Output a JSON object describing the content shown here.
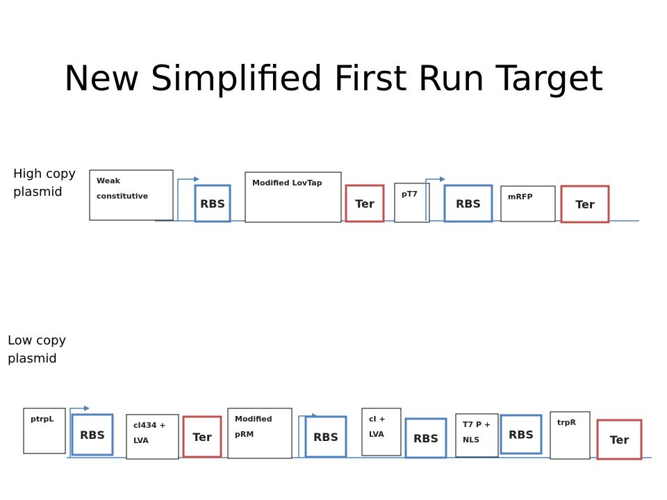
{
  "title": "New Simplified First Run Target",
  "colors": {
    "backbone": "#4F81BD",
    "rbs_border": "#4F81BD",
    "ter_border": "#C0504D",
    "gene_border": "#000000",
    "promoter_arrow": "#4F81BD"
  },
  "constructs": [
    {
      "label_lines": [
        "High copy",
        "plasmid"
      ],
      "parts": [
        {
          "type": "gene",
          "lines": [
            "Weak",
            "constitutive"
          ]
        },
        {
          "type": "promoter"
        },
        {
          "type": "rbs",
          "label": "RBS"
        },
        {
          "type": "gene",
          "lines": [
            "Modified LovTap"
          ]
        },
        {
          "type": "ter",
          "label": "Ter"
        },
        {
          "type": "gene",
          "lines": [
            "pT7"
          ]
        },
        {
          "type": "promoter"
        },
        {
          "type": "rbs",
          "label": "RBS"
        },
        {
          "type": "gene",
          "lines": [
            "mRFP"
          ]
        },
        {
          "type": "ter",
          "label": "Ter"
        }
      ]
    },
    {
      "label_lines": [
        "Low copy",
        "plasmid"
      ],
      "parts": [
        {
          "type": "gene",
          "lines": [
            "ptrpL"
          ]
        },
        {
          "type": "promoter"
        },
        {
          "type": "rbs",
          "label": "RBS"
        },
        {
          "type": "gene",
          "lines": [
            "cI434 +",
            "LVA"
          ]
        },
        {
          "type": "ter",
          "label": "Ter"
        },
        {
          "type": "gene",
          "lines": [
            "Modified",
            "pRM"
          ]
        },
        {
          "type": "promoter"
        },
        {
          "type": "rbs",
          "label": "RBS"
        },
        {
          "type": "gene",
          "lines": [
            "cI +",
            "LVA"
          ]
        },
        {
          "type": "rbs",
          "label": "RBS"
        },
        {
          "type": "gene",
          "lines": [
            "T7 P +",
            "NLS"
          ]
        },
        {
          "type": "rbs",
          "label": "RBS"
        },
        {
          "type": "gene",
          "lines": [
            "trpR"
          ]
        },
        {
          "type": "ter",
          "label": "Ter"
        }
      ]
    }
  ]
}
